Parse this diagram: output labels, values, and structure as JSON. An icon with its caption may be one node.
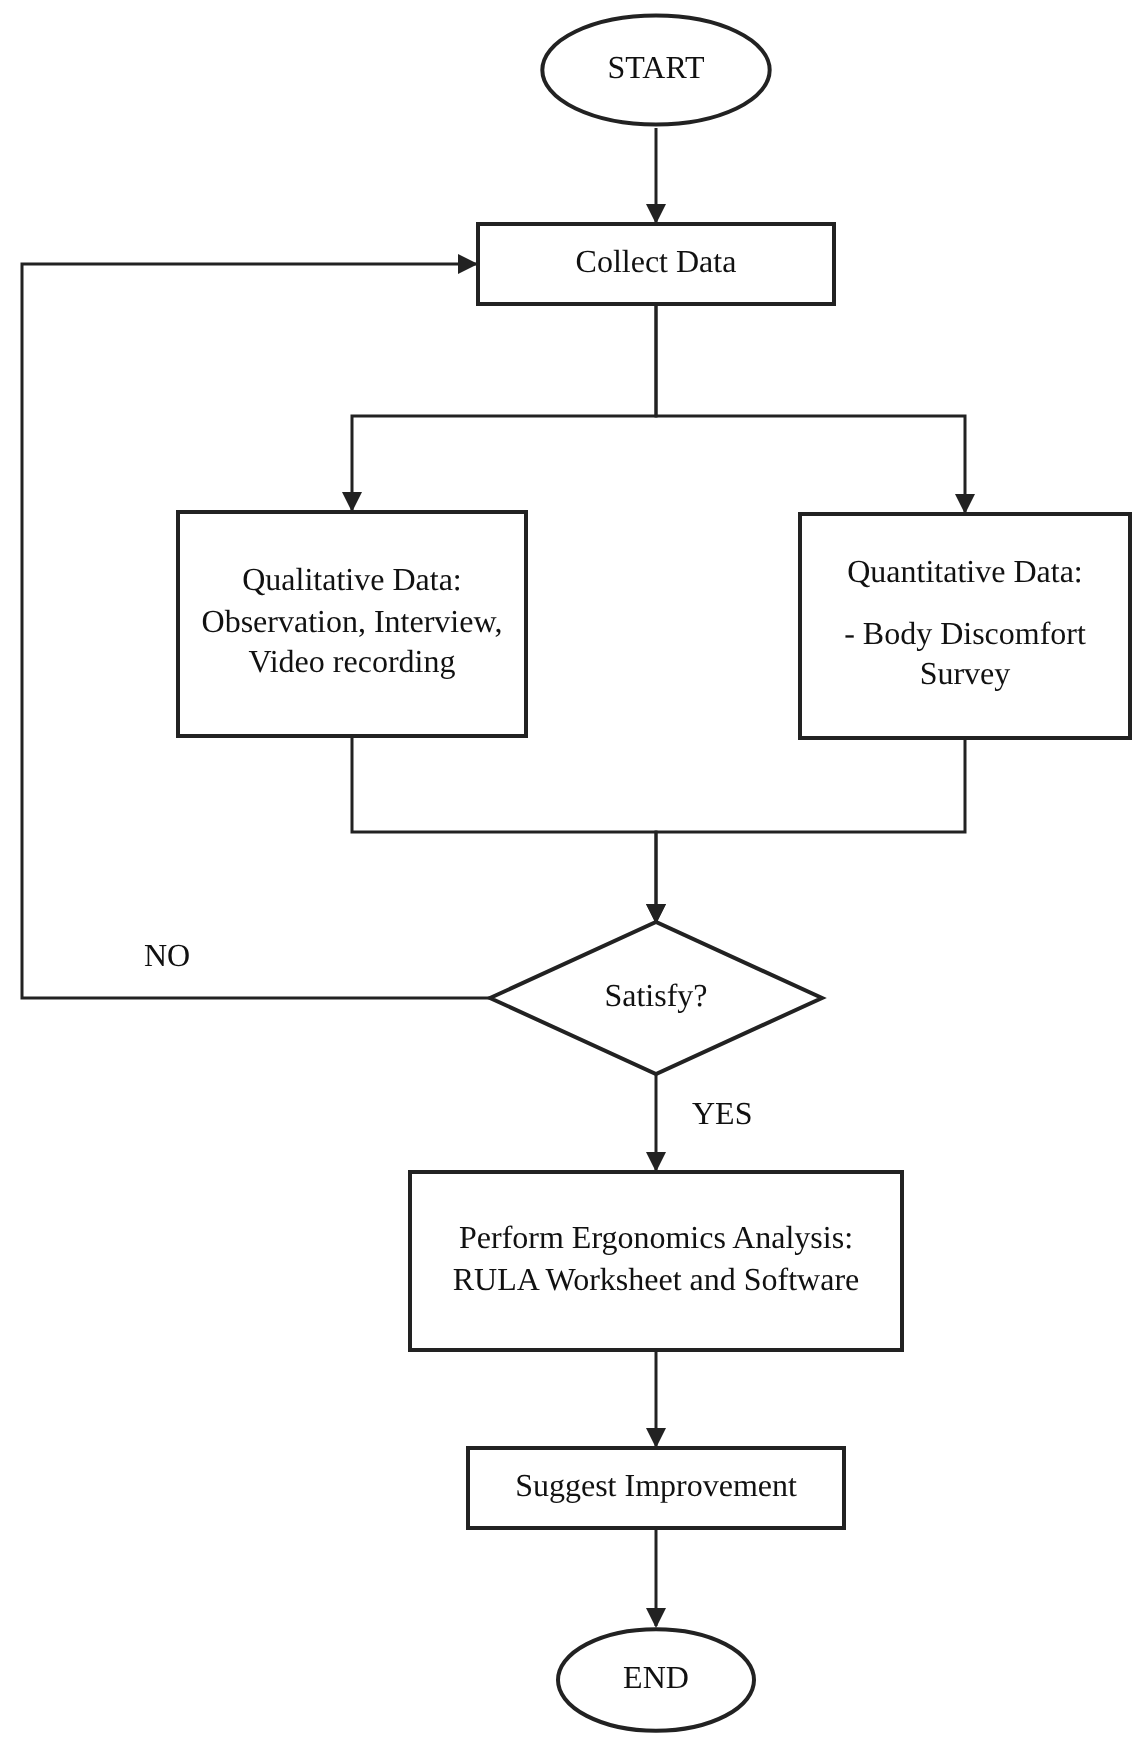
{
  "diagram": {
    "nodes": [
      {
        "text": [
          "START"
        ]
      },
      {
        "text": [
          "Collect Data"
        ]
      },
      {
        "text": [
          "Qualitative Data: Observation, Interview, Video recording"
        ]
      },
      {
        "text": [
          "Quantitative Data:",
          "- Body Discomfort Survey"
        ]
      },
      {
        "text": [
          "Satisfy?"
        ]
      },
      {
        "text": [
          "Perform Ergonomics Analysis: RULA Worksheet and Software"
        ]
      },
      {
        "text": [
          "Suggest Improvement"
        ]
      },
      {
        "text": [
          "END"
        ]
      }
    ],
    "edges": [
      {
        "from": 0,
        "to": 1,
        "arrow": "to"
      },
      {
        "from": 1,
        "to": 2,
        "arrow": "to"
      },
      {
        "from": 1,
        "to": 3,
        "arrow": "to"
      },
      {
        "from": 2,
        "to": 4,
        "arrow": "to"
      },
      {
        "from": 3,
        "to": 4,
        "arrow": "to"
      },
      {
        "from": 4,
        "to": 1,
        "label": "NO",
        "arrow": "to"
      },
      {
        "from": 4,
        "to": 5,
        "label": "YES",
        "arrow": "to"
      },
      {
        "from": 5,
        "to": 6,
        "arrow": "to"
      },
      {
        "from": 6,
        "to": 7,
        "arrow": "to"
      }
    ]
  }
}
